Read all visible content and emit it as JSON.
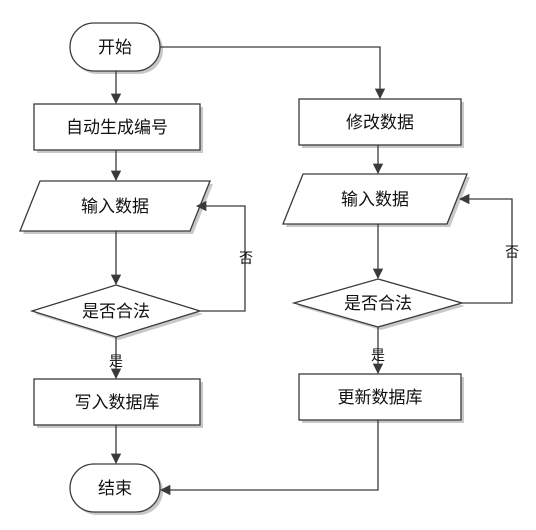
{
  "nodes": {
    "start": "开始",
    "auto_number": "自动生成编号",
    "input_left": "输入数据",
    "check_left": "是否合法",
    "write_db": "写入数据库",
    "end": "结束",
    "modify": "修改数据",
    "input_right": "输入数据",
    "check_right": "是否合法",
    "update_db": "更新数据库"
  },
  "edges": {
    "no_left": "否",
    "yes_left": "是",
    "no_right": "否",
    "yes_right": "是"
  }
}
